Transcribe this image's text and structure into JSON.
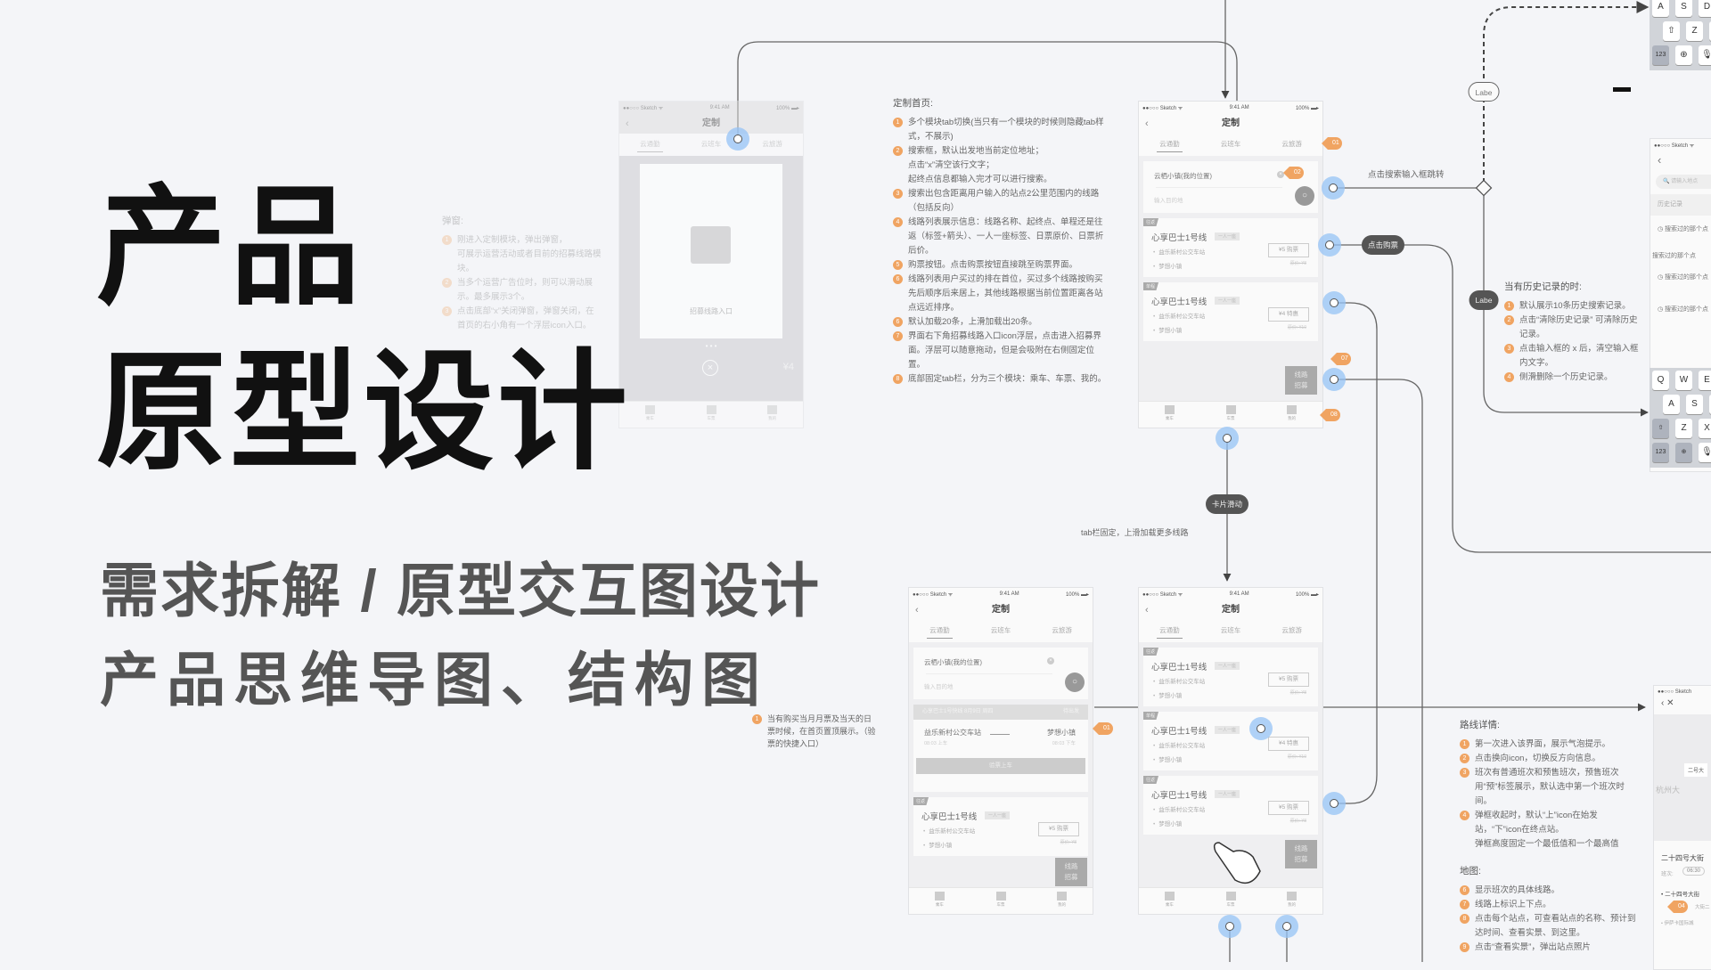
{
  "title": {
    "line1": "产品",
    "line2": "原型设计"
  },
  "subtitle": {
    "line1": "需求拆解 / 原型交互图设计",
    "line2": "产品思维导图、结构图"
  },
  "phone_common": {
    "carrier": "●●○○○ Sketch ᯤ",
    "time": "9:41 AM",
    "battery": "100% ▬▸",
    "back": "‹",
    "nav_title": "定制",
    "tabs": [
      "云通勤",
      "云班车",
      "云旅游"
    ],
    "bottom_tabs": [
      "乘车",
      "车票",
      "我的"
    ]
  },
  "search": {
    "origin": "云栖小镇(我的位置)",
    "destination_placeholder": "输入目的地",
    "clear_icon": "×",
    "search_icon": "○"
  },
  "routes": [
    {
      "tag": "往返",
      "name": "心享巴士1号线",
      "badge": "一人一座",
      "from": "益乐新村公交车站",
      "to": "梦想小镇",
      "price": "¥5 购票",
      "original": "原价: ¥8"
    },
    {
      "tag": "单程",
      "name": "心享巴士1号线",
      "badge": "一人一座",
      "from": "益乐新村公交车站",
      "to": "梦想小镇",
      "price": "¥4 特惠",
      "original": "原价: ¥10"
    }
  ],
  "float_button": {
    "line1": "线路",
    "line2": "招募"
  },
  "ticket": {
    "title": "心享巴士1号快线 8月9日 周四",
    "status": "待出发",
    "from": "益乐新村公交车站",
    "from_time": "08:03 上车",
    "to": "梦想小镇",
    "to_time": "08:03 下车",
    "button": "验票上车"
  },
  "popup": {
    "banner_label": "招募线路入口",
    "close": "×",
    "price_hint": "¥4"
  },
  "notes_home": {
    "heading": "定制首页:",
    "items": [
      {
        "n": "1",
        "text": "多个模块tab切换(当只有一个模块的时候则隐藏tab样式，不展示)"
      },
      {
        "n": "2",
        "text": "搜索框，默认出发地当前定位地址；\n点击“x”清空该行文字；\n起终点信息都输入完才可以进行搜索。"
      },
      {
        "n": "3",
        "text": "搜索出包含距离用户输入的站点2公里范围内的线路（包括反向）"
      },
      {
        "n": "4",
        "text": "线路列表展示信息：线路名称、起终点、单程还是往返（标签+箭头）、一人一座标签、日票原价、日票折后价。"
      },
      {
        "n": "5",
        "text": "购票按钮。点击购票按钮直接跳至购票界面。"
      },
      {
        "n": "6",
        "text": "线路列表用户买过的排在首位，买过多个线路按购买先后顺序后来居上，其他线路根据当前位置距离各站点远近排序。"
      },
      {
        "n": "6",
        "text": "默认加载20条，上滑加载出20条。"
      },
      {
        "n": "7",
        "text": "界面右下角招募线路入口icon浮层，点击进入招募界面。浮层可以随意拖动，但是会吸附在右侧固定位置。"
      },
      {
        "n": "8",
        "text": "底部固定tab栏，分为三个模块：乘车、车票、我的。"
      }
    ]
  },
  "notes_popup": {
    "heading": "弹窗:",
    "items": [
      {
        "n": "1",
        "text": "刚进入定制模块，弹出弹窗，\n可展示运营活动或者目前的招募线路模块。"
      },
      {
        "n": "2",
        "text": "当多个运营广告位时，则可以滑动展示。最多展示3个。"
      },
      {
        "n": "3",
        "text": "点击底部“x”关闭弹窗，弹窗关闭，在首页的右小角有一个浮层icon入口。"
      }
    ]
  },
  "notes_history": {
    "heading": "当有历史记录的时:",
    "items": [
      {
        "n": "1",
        "text": "默认展示10条历史搜索记录。"
      },
      {
        "n": "2",
        "text": "点击“清除历史记录” 可清除历史记录。"
      },
      {
        "n": "3",
        "text": "点击输入框的 x 后，清空输入框内文字。"
      },
      {
        "n": "4",
        "text": "侧滑删除一个历史记录。"
      }
    ]
  },
  "notes_ticket": {
    "items": [
      {
        "n": "1",
        "text": "当有购买当月月票及当天的日票时候，在首页置顶展示。（验票的快捷入口）"
      }
    ]
  },
  "notes_route": {
    "heading": "路线详情:",
    "items": [
      {
        "n": "1",
        "text": "第一次进入该界面，展示气泡提示。"
      },
      {
        "n": "2",
        "text": "点击换向icon，切换反方向信息。"
      },
      {
        "n": "3",
        "text": "班次有普通班次和预售班次，预售班次用“预”标签展示，默认选中第一个班次时间。"
      },
      {
        "n": "4",
        "text": "弹框收起时，默认“上”icon在始发站，“下”icon在终点站。\n弹框高度固定一个最低值和一个最高值"
      }
    ]
  },
  "notes_map": {
    "heading": "地图:",
    "items": [
      {
        "n": "6",
        "text": "显示班次的具体线路。"
      },
      {
        "n": "7",
        "text": "线路上标识上下点。"
      },
      {
        "n": "8",
        "text": "点击每个站点，可查看站点的名称、预计到达时间、查看实景、到这里。"
      },
      {
        "n": "9",
        "text": "点击“查看实景”，弹出站点照片"
      }
    ]
  },
  "flow": {
    "search_jump": "点击搜索输入框跳转",
    "buy_pill": "点击购票",
    "label_dark": "Labe",
    "label_outline": "Labe",
    "swipe_pill": "卡片滑动",
    "tab_fixed": "tab栏固定，上滑加载更多线路"
  },
  "markers": {
    "m01": "01",
    "m02": "02",
    "m07": "07",
    "m08": "08",
    "m01b": "01",
    "m04": "04"
  },
  "history_phone": {
    "carrier": "●●○○○ Sketch ᯤ",
    "back": "‹",
    "search_placeholder": "请输入地点",
    "section": "历史记录",
    "item": "搜索过的那个点",
    "clock_icon": "◷"
  },
  "keyboard": {
    "row1": [
      "Q",
      "W",
      "E"
    ],
    "row2": [
      "A",
      "S",
      "D"
    ],
    "row3": [
      "⇧",
      "Z",
      "X"
    ],
    "row4": [
      "123",
      "⊕",
      "🎙"
    ]
  },
  "map_phone": {
    "carrier": "●●○○○ Sketch",
    "back": "‹",
    "close": "✕",
    "bubble": "二号大",
    "city": "杭州大",
    "stop_title": "二十四号大街",
    "shift_label": "班次:",
    "shift_time": "06:30",
    "stop1": "二十四号大街",
    "stop2": "大街二",
    "stop3": "伊萨卡国际城"
  },
  "colors": {
    "accent_orange": "#f0a462",
    "hotspot_blue": "#96c3f5",
    "pill_dark": "#555555",
    "background": "#f4f5f8"
  }
}
